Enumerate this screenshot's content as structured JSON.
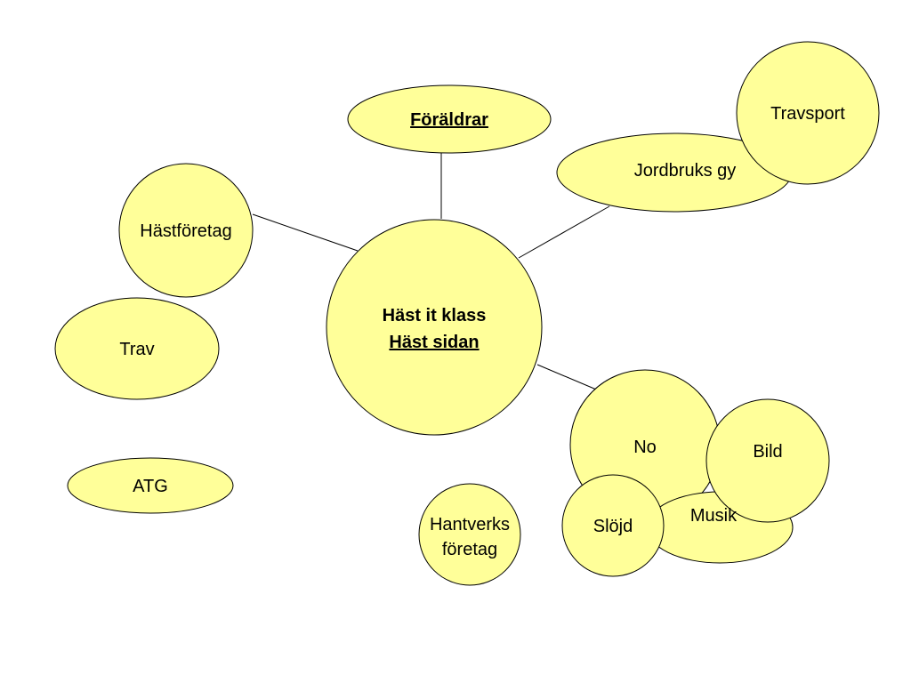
{
  "diagram": {
    "nodes": {
      "center_line1": "Häst it klass",
      "center_line2": "Häst sidan",
      "foraldrar": "Föräldrar",
      "jordbruks": "Jordbruks gy",
      "travsport": "Travsport",
      "hastforetag": "Hästföretag",
      "trav": "Trav",
      "atg": "ATG",
      "hantverks_line1": "Hantverks",
      "hantverks_line2": "företag",
      "no": "No",
      "bild": "Bild",
      "musik": "Musik",
      "slojd": "Slöjd"
    },
    "edges": [
      [
        "center",
        "foraldrar"
      ],
      [
        "center",
        "jordbruks"
      ],
      [
        "center",
        "hastforetag"
      ],
      [
        "center",
        "no"
      ]
    ],
    "colors": {
      "node_fill": "#ffff99",
      "stroke": "#000000"
    }
  }
}
